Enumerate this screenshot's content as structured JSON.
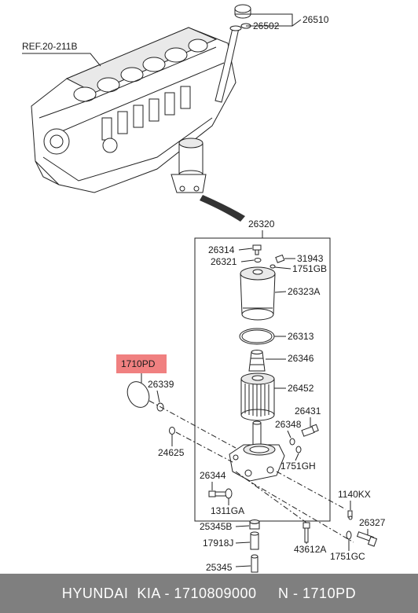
{
  "reference_label": "REF.20-211B",
  "highlighted_part": "1710PD",
  "callouts": {
    "c26510": "26510",
    "c26502": "26502",
    "c26320": "26320",
    "c26314": "26314",
    "c26321": "26321",
    "c31943": "31943",
    "c1751GB": "1751GB",
    "c26323A": "26323A",
    "c26313": "26313",
    "c26346": "26346",
    "c26452": "26452",
    "c26431": "26431",
    "c26348": "26348",
    "c1751GH": "1751GH",
    "c26339": "26339",
    "c24625": "24625",
    "c26344": "26344",
    "c1311GA": "1311GA",
    "c1140KX": "1140KX",
    "c26327": "26327",
    "c25345B": "25345B",
    "c17918J": "17918J",
    "c43612A": "43612A",
    "c1751GC": "1751GC",
    "c25345": "25345"
  },
  "footer": {
    "text": "HYUNDAI  KIA - 1710809000     N - 1710PD"
  },
  "colors": {
    "highlight_fill": "#f08080",
    "footer_bg": "#7f7f7f",
    "footer_text": "#ffffff"
  }
}
